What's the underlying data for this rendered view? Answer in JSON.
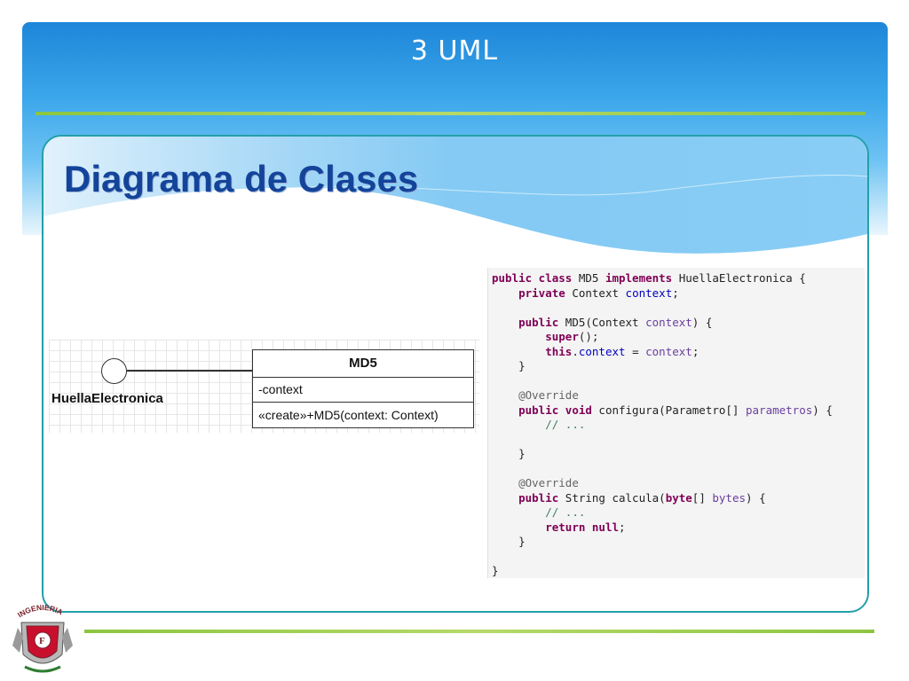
{
  "slide": {
    "title": "3 UML",
    "section_title": "Diagrama de Clases"
  },
  "uml": {
    "interface_name": "HuellaElectronica",
    "class_name": "MD5",
    "attribute": "-context",
    "operation": "«create»+MD5(context: Context)"
  },
  "code": {
    "lines": [
      [
        [
          "kw",
          "public class "
        ],
        [
          "t",
          "MD5 "
        ],
        [
          "kw",
          "implements "
        ],
        [
          "t",
          "HuellaElectronica {"
        ]
      ],
      [
        [
          "t",
          "    "
        ],
        [
          "kw",
          "private "
        ],
        [
          "t",
          "Context "
        ],
        [
          "fld",
          "context"
        ],
        [
          "t",
          ";"
        ]
      ],
      [],
      [
        [
          "t",
          "    "
        ],
        [
          "kw",
          "public "
        ],
        [
          "t",
          "MD5(Context "
        ],
        [
          "par",
          "context"
        ],
        [
          "t",
          ") {"
        ]
      ],
      [
        [
          "t",
          "        "
        ],
        [
          "kw",
          "super"
        ],
        [
          "t",
          "();"
        ]
      ],
      [
        [
          "t",
          "        "
        ],
        [
          "kw",
          "this"
        ],
        [
          "t",
          "."
        ],
        [
          "fld",
          "context"
        ],
        [
          "t",
          " = "
        ],
        [
          "par",
          "context"
        ],
        [
          "t",
          ";"
        ]
      ],
      [
        [
          "t",
          "    }"
        ]
      ],
      [],
      [
        [
          "t",
          "    "
        ],
        [
          "ann",
          "@Override"
        ]
      ],
      [
        [
          "t",
          "    "
        ],
        [
          "kw",
          "public void "
        ],
        [
          "t",
          "configura(Parametro[] "
        ],
        [
          "par",
          "parametros"
        ],
        [
          "t",
          ") {"
        ]
      ],
      [
        [
          "t",
          "        "
        ],
        [
          "com",
          "// ..."
        ]
      ],
      [],
      [
        [
          "t",
          "    }"
        ]
      ],
      [],
      [
        [
          "t",
          "    "
        ],
        [
          "ann",
          "@Override"
        ]
      ],
      [
        [
          "t",
          "    "
        ],
        [
          "kw",
          "public "
        ],
        [
          "t",
          "String calcula("
        ],
        [
          "kw",
          "byte"
        ],
        [
          "t",
          "[] "
        ],
        [
          "par",
          "bytes"
        ],
        [
          "t",
          ") {"
        ]
      ],
      [
        [
          "t",
          "        "
        ],
        [
          "com",
          "// ..."
        ]
      ],
      [
        [
          "t",
          "        "
        ],
        [
          "kw",
          "return null"
        ],
        [
          "t",
          ";"
        ]
      ],
      [
        [
          "t",
          "    }"
        ]
      ],
      [],
      [
        [
          "t",
          "}"
        ]
      ]
    ]
  },
  "logo": {
    "text": "INGENIERIA",
    "icon": "unam-engineering-crest-icon"
  },
  "colors": {
    "accent_green": "#8cc63f",
    "frame_teal": "#23a0a8",
    "title_blue": "#14449a",
    "header_blue": "#1e86d9"
  }
}
